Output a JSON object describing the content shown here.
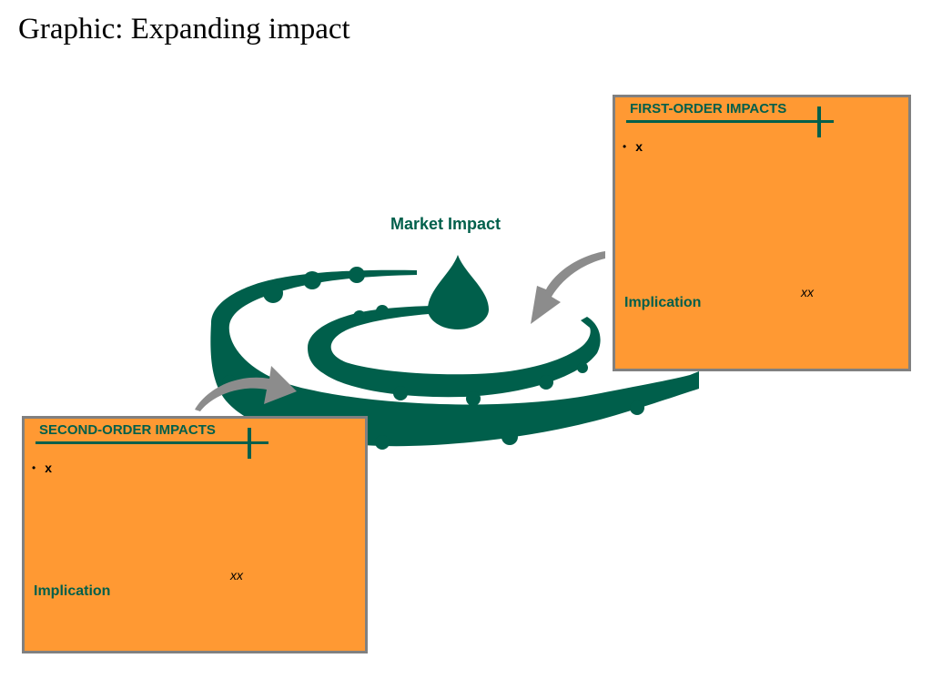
{
  "title": "Graphic: Expanding impact",
  "colors": {
    "accent": "#005f4b",
    "box_fill": "#ff9933",
    "box_border": "#808080",
    "arrow": "#8c8c8c"
  },
  "center": {
    "label": "Market Impact",
    "icon": "water-drop-icon"
  },
  "first_order": {
    "heading": "FIRST-ORDER IMPACTS",
    "bullets": [
      "x"
    ],
    "value": "xx",
    "implication": "Implication"
  },
  "second_order": {
    "heading": "SECOND-ORDER IMPACTS",
    "bullets": [
      "x"
    ],
    "value": "xx",
    "implication": "Implication"
  }
}
